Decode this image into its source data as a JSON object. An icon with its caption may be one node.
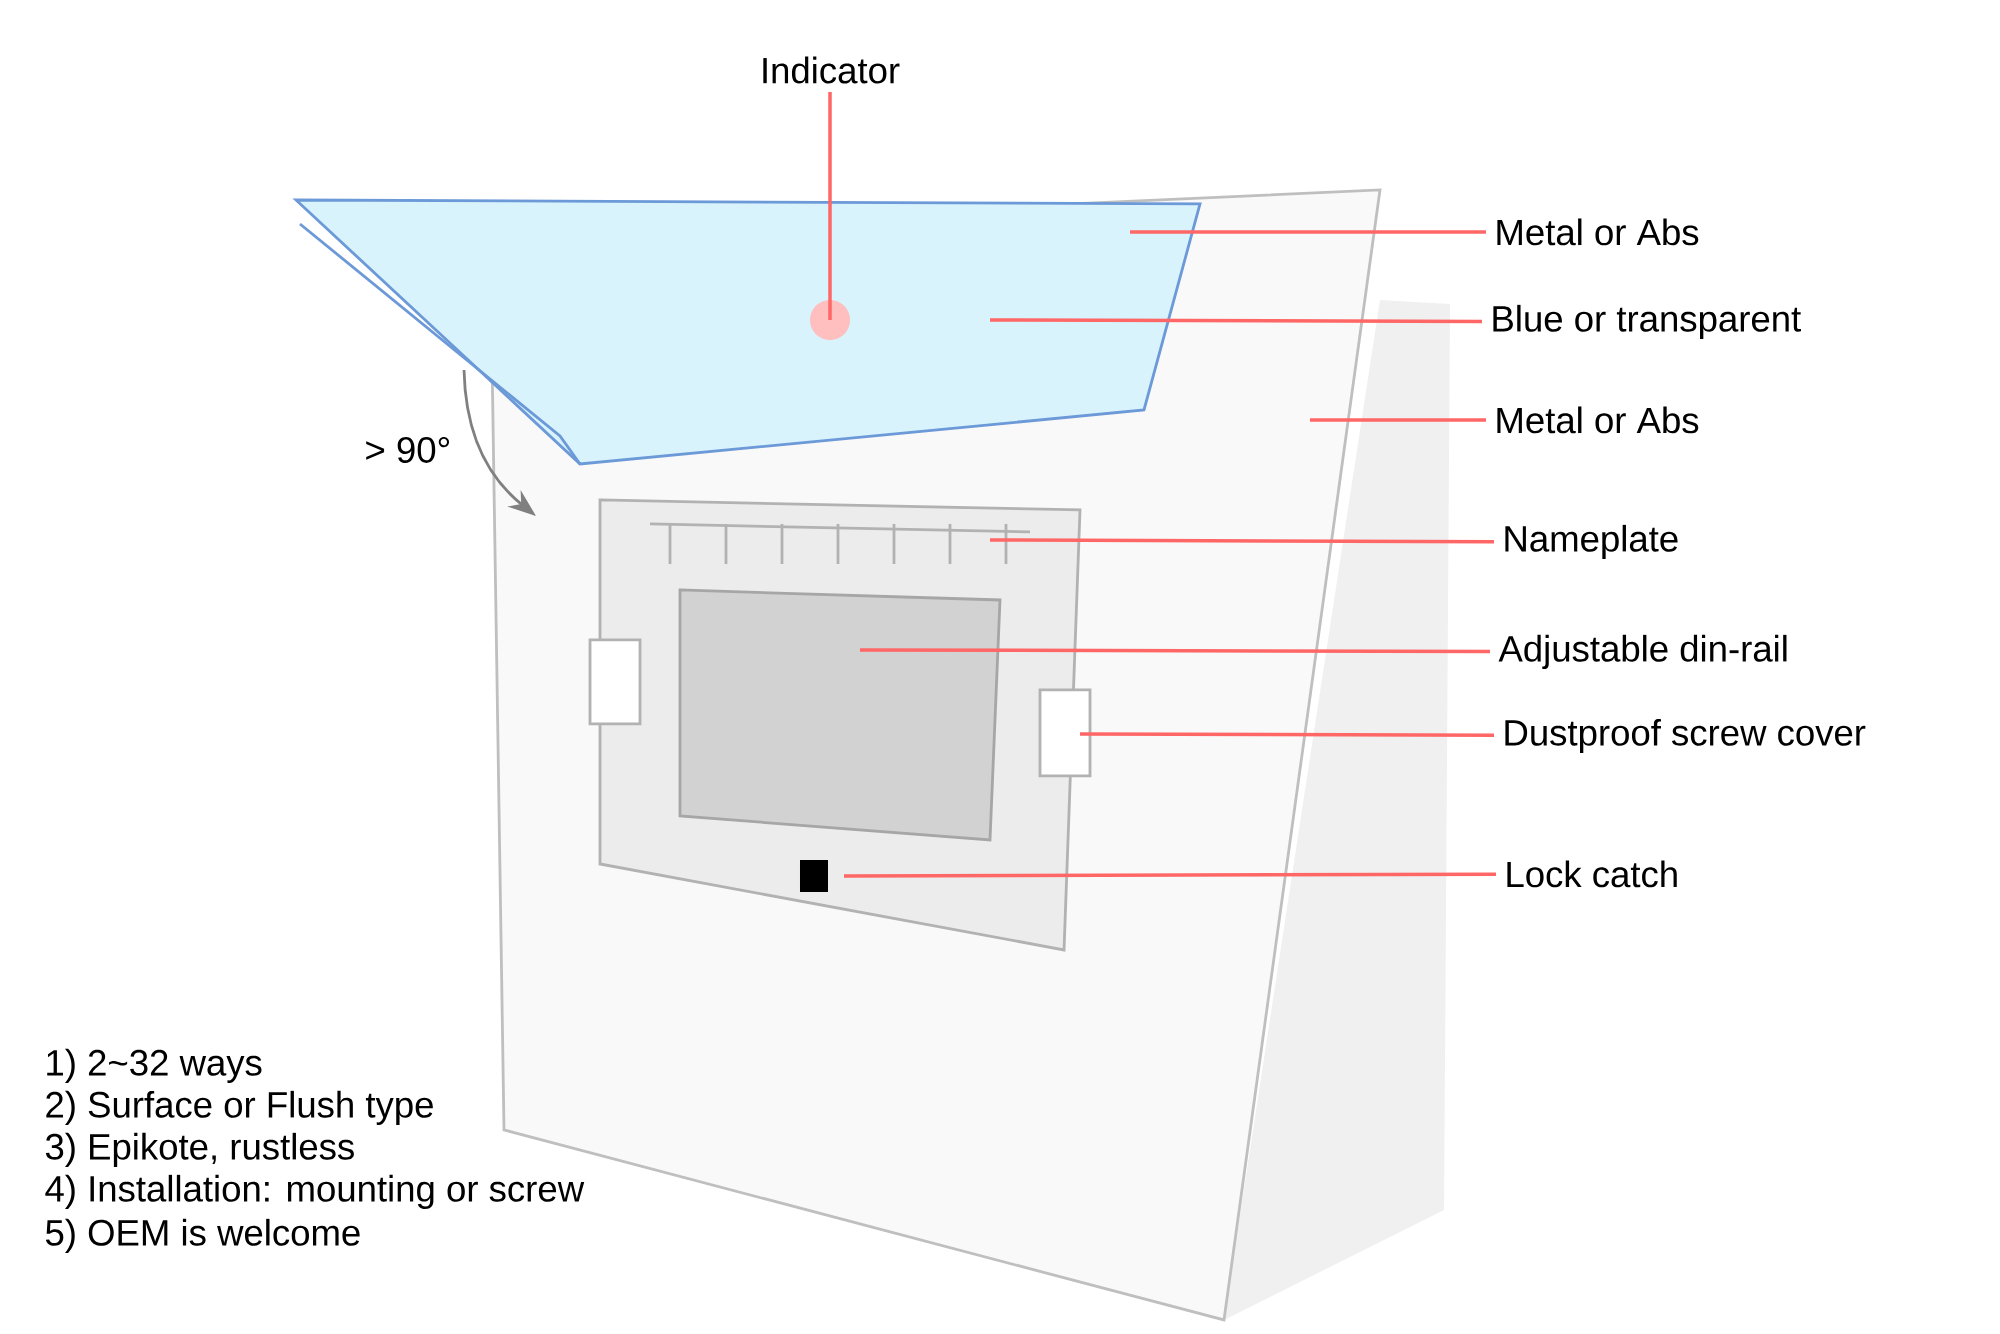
{
  "diagram": {
    "nodes": [
      {
        "text": [
          "Indicator"
        ]
      },
      {
        "text": [
          "Metal or Abs"
        ]
      },
      {
        "text": [
          "Blue or transparent"
        ]
      },
      {
        "text": [
          "Metal or Abs"
        ]
      },
      {
        "text": [
          "Nameplate"
        ]
      },
      {
        "text": [
          "Adjustable din-rail"
        ]
      },
      {
        "text": [
          "Dustproof screw cover"
        ]
      },
      {
        "text": [
          "Lock catch"
        ]
      }
    ],
    "edges": [
      {
        "from": 0,
        "to": null,
        "arrow": "none"
      },
      {
        "from": 1,
        "to": null,
        "arrow": "none"
      },
      {
        "from": 2,
        "to": null,
        "arrow": "none"
      },
      {
        "from": 3,
        "to": null,
        "arrow": "none"
      },
      {
        "from": 4,
        "to": null,
        "arrow": "none"
      },
      {
        "from": 5,
        "to": null,
        "arrow": "none"
      },
      {
        "from": 6,
        "to": null,
        "arrow": "none"
      },
      {
        "from": 7,
        "to": null,
        "arrow": "none"
      }
    ],
    "labels": [
      "> 90°",
      "1) 2~32 ways",
      "2) Surface or Flush type",
      "3) Epikote, rustless",
      "4) Installation: mounting or screw",
      "5) OEM is welcome"
    ]
  }
}
